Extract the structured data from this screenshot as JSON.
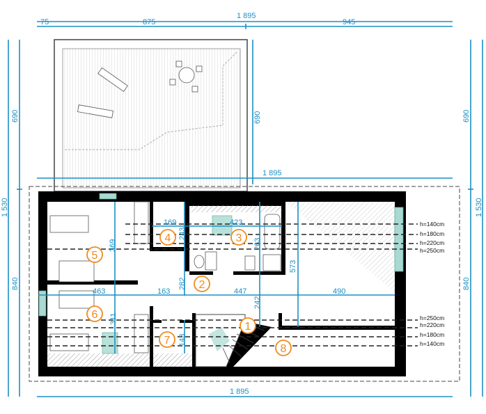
{
  "drawing": {
    "overall_width": "1 895",
    "top_segments": [
      "75",
      "875",
      "945"
    ],
    "left_total": "1 530",
    "left_segments": [
      "690",
      "840"
    ],
    "right_total": "1 530",
    "right_segments": [
      "690",
      "840"
    ],
    "terrace_depth": "690",
    "mid_width": "1 895",
    "bottom_width": "1 895",
    "interior_dims": {
      "d169": "169",
      "d423": "423",
      "d243": "243",
      "d263": "263",
      "d573": "573",
      "d369": "369",
      "d463": "463",
      "d163": "163",
      "d447": "447",
      "d490": "490",
      "d282": "282",
      "d242": "242",
      "d311": "311",
      "d143": "143"
    },
    "heights_top": [
      "h=140cm",
      "h=180cm",
      "h=220cm",
      "h=250cm"
    ],
    "heights_bottom": [
      "h=250cm",
      "h=220cm",
      "h=180cm",
      "h=140cm"
    ],
    "rooms": [
      "1",
      "2",
      "3",
      "4",
      "5",
      "6",
      "7",
      "8"
    ],
    "colors": {
      "dimension": "#1b8fc4",
      "room_marker": "#f08a1c",
      "glass": "#a9d9d2"
    }
  }
}
